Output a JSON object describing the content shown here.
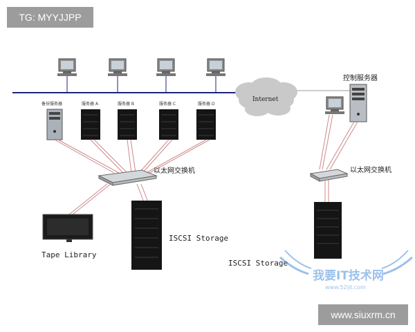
{
  "tag": "TG: MYYJJPP",
  "site_badge": "www.siuxrm.cn",
  "diagram": {
    "internet_label": "Internet",
    "server_labels": [
      "备份服务器",
      "服务器 A",
      "服务器 B",
      "服务器 C",
      "服务器 D"
    ],
    "switch_label_left": "以太网交换机",
    "switch_label_right": "以太网交换机",
    "control_server_label": "控制服务器",
    "tape_library_label": "Tape Library",
    "iscsi_left_label": "ISCSI Storage",
    "iscsi_right_label": "ISCSI Storage"
  },
  "watermark": {
    "text": "我要IT技术网",
    "url": "www.52ijt.com"
  },
  "colors": {
    "network_line": "#1a237e",
    "cable": "#cc8888",
    "rack": "#151515",
    "cloud": "#bfbfbf",
    "watermark": "#4a90d9"
  }
}
